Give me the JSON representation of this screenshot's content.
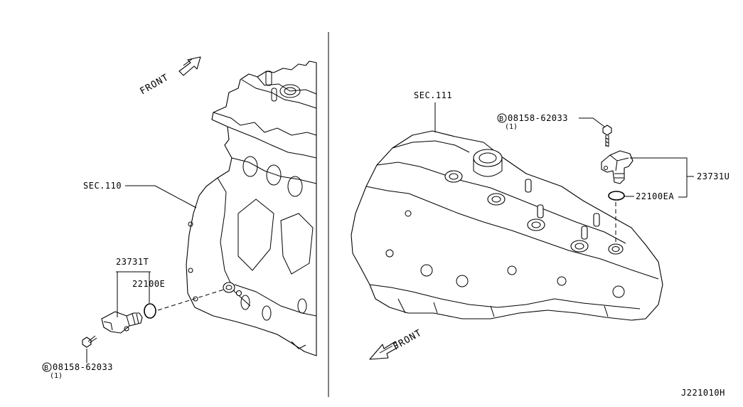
{
  "labels": {
    "front_left": "FRONT",
    "front_right": "FRONT",
    "sec_110": "SEC.110",
    "sec_111": "SEC.111",
    "part_23731T": "23731T",
    "part_22100E": "22100E",
    "bolt_left_part": "08158-62033",
    "bolt_left_qty": "(1)",
    "part_23731U": "23731U",
    "part_22100EA": "22100EA",
    "bolt_right_part": "08158-62033",
    "bolt_right_qty": "(1)",
    "bolt_symbol": "B",
    "diagram_code": "J221010H"
  }
}
